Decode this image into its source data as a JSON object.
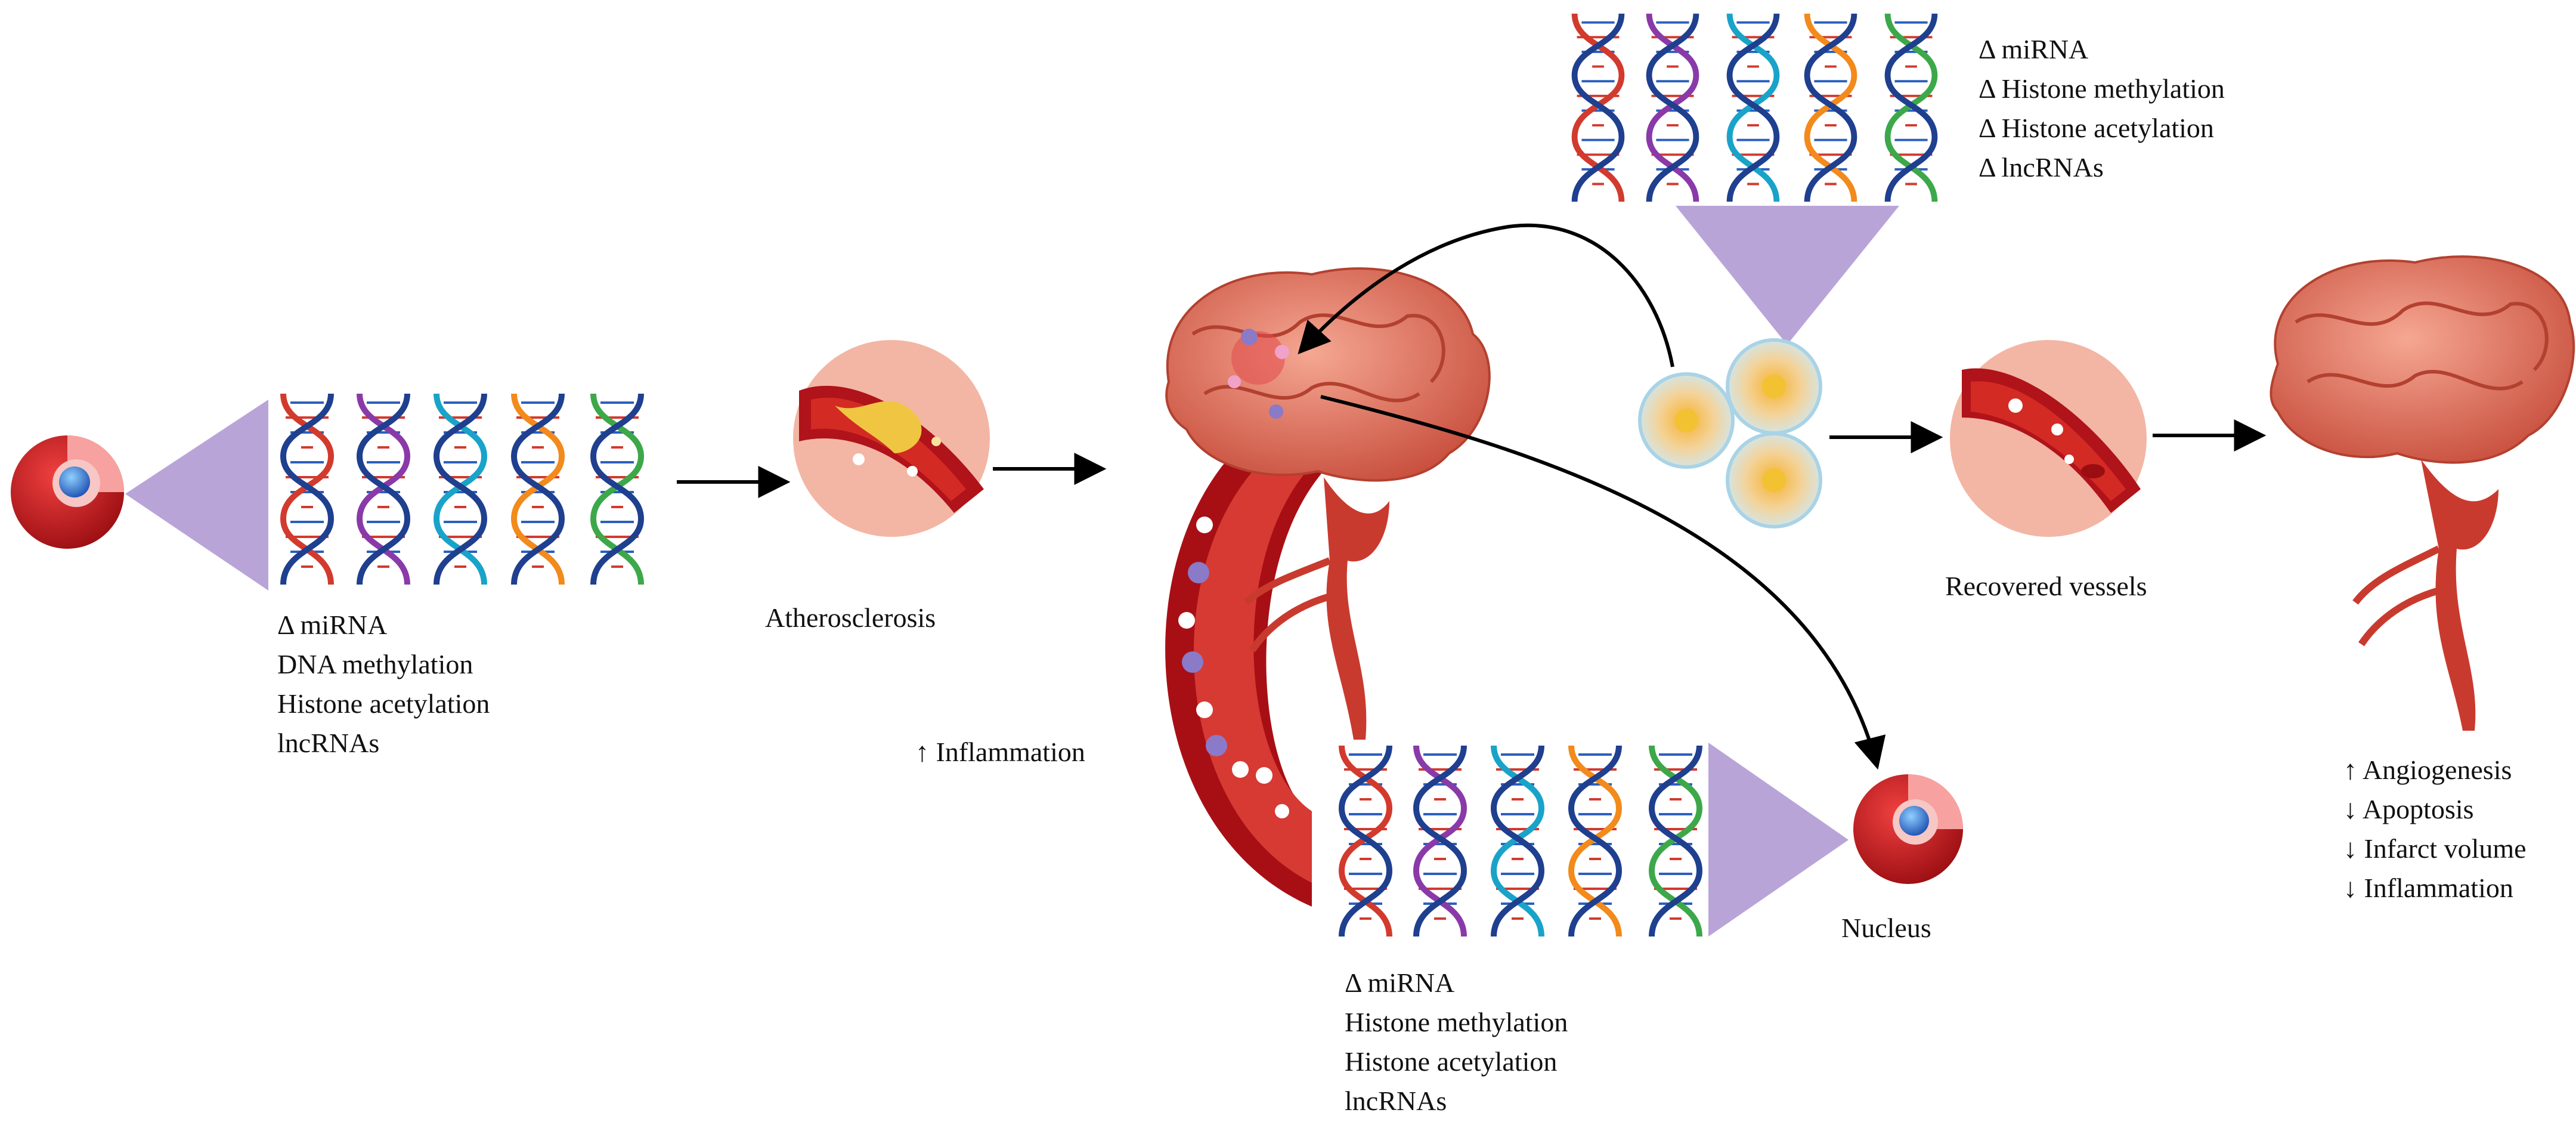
{
  "labels": {
    "left_changes": [
      "Δ miRNA",
      "DNA methylation",
      "Histone acetylation",
      "lncRNAs"
    ],
    "atherosclerosis": "Atherosclerosis",
    "inflammation_up": "↑ Inflammation",
    "bottom_changes": [
      "Δ miRNA",
      "Histone methylation",
      "Histone acetylation",
      "lncRNAs"
    ],
    "nucleus": "Nucleus",
    "top_changes": [
      "Δ miRNA",
      "Δ Histone methylation",
      "Δ Histone acetylation",
      "Δ lncRNAs"
    ],
    "recovered_vessels": "Recovered vessels",
    "outcomes": [
      "↑ Angiogenesis",
      "↓ Apoptosis",
      "↓ Infarct volume",
      "↓ Inflammation"
    ]
  },
  "colors": {
    "triangle": "#b9a4d8",
    "arrow": "#000000",
    "vessel_red": "#c0161b",
    "brain_pink": "#e8826e",
    "nucleus_blue": "#2a6fd6",
    "circle_bg": "#f3b6a4",
    "helix_palette": [
      "#d23a2e",
      "#2b5fbf",
      "#1aa3c9",
      "#f28a1c",
      "#3da84a",
      "#8a3aa8"
    ]
  },
  "icons": [
    "cell-nucleus-icon",
    "dna-helix-icon",
    "artery-plaque-icon",
    "brain-icon",
    "stem-cell-icon",
    "recovered-vessel-icon"
  ]
}
